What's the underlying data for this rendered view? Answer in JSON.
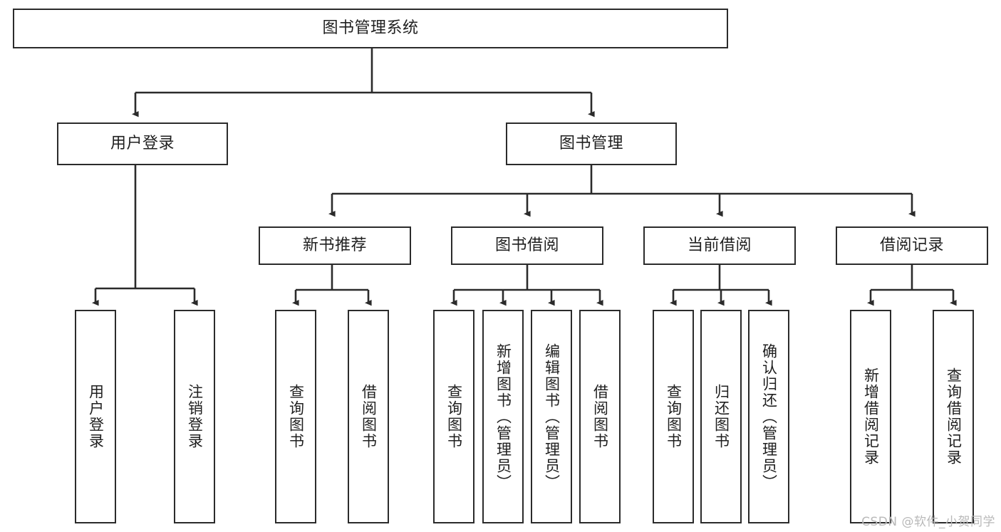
{
  "diagram": {
    "title": "图书管理系统",
    "type": "tree-hierarchy-chart",
    "root": {
      "label": "图书管理系统"
    },
    "level2": [
      {
        "label": "用户登录"
      },
      {
        "label": "图书管理"
      }
    ],
    "level3": [
      {
        "label": "新书推荐"
      },
      {
        "label": "图书借阅"
      },
      {
        "label": "当前借阅"
      },
      {
        "label": "借阅记录"
      }
    ],
    "leaves": {
      "user_login": [
        {
          "label": "用户登录"
        },
        {
          "label": "注销登录"
        }
      ],
      "new_book_recommend": [
        {
          "label": "查询图书"
        },
        {
          "label": "借阅图书"
        }
      ],
      "book_borrow": [
        {
          "label": "查询图书"
        },
        {
          "label": "新增图书（管理员）"
        },
        {
          "label": "编辑图书（管理员）"
        },
        {
          "label": "借阅图书"
        }
      ],
      "current_borrow": [
        {
          "label": "查询图书"
        },
        {
          "label": "归还图书"
        },
        {
          "label": "确认归还（管理员）"
        }
      ],
      "borrow_record": [
        {
          "label": "新增借阅记录"
        },
        {
          "label": "查询借阅记录"
        }
      ]
    }
  },
  "watermark": {
    "text": "CSDN @软件_小贺同学"
  },
  "colors": {
    "stroke": "#2b2b2b",
    "fill": "#ffffff",
    "text": "#1f1f1f",
    "watermark": "#b9b9b9"
  }
}
